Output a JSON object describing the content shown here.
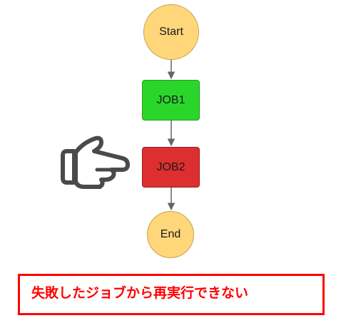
{
  "diagram": {
    "nodes": {
      "start": "Start",
      "job1": "JOB1",
      "job2": "JOB2",
      "end": "End"
    },
    "edges": [
      {
        "from": "start",
        "to": "job1"
      },
      {
        "from": "job1",
        "to": "job2"
      },
      {
        "from": "job2",
        "to": "end"
      }
    ],
    "node_colors": {
      "start": "#ffd67a",
      "job1": "#2bd62b",
      "job2": "#dd2f2f",
      "end": "#ffd67a"
    },
    "pointer_icon": "pointing-hand-icon"
  },
  "annotation": {
    "text": "失敗したジョブから再実行できない",
    "border_color": "#ff0000"
  }
}
